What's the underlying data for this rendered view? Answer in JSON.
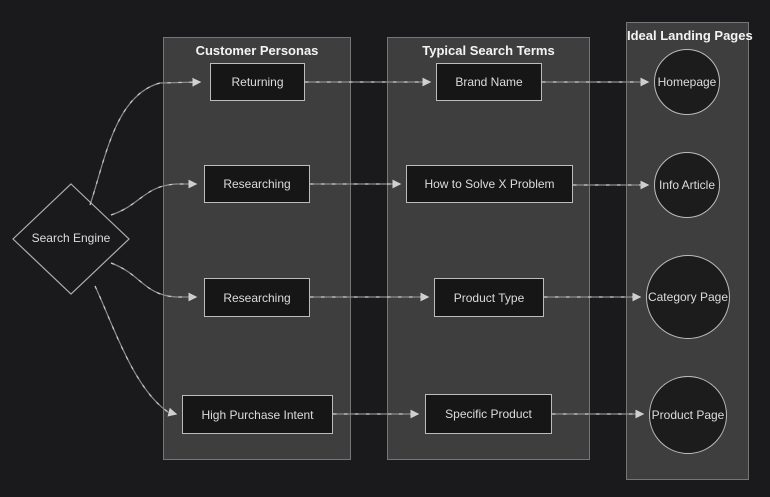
{
  "diagram": {
    "type": "flowchart",
    "source_node": {
      "label": "Search Engine",
      "shape": "diamond"
    },
    "columns": [
      {
        "id": "customer-personas",
        "title": "Customer Personas"
      },
      {
        "id": "typical-search-terms",
        "title": "Typical Search Terms"
      },
      {
        "id": "ideal-landing-pages",
        "title": "Ideal Landing Pages"
      }
    ],
    "rows": [
      {
        "persona": "Returning",
        "search_term": "Brand Name",
        "landing_page": "Homepage"
      },
      {
        "persona": "Researching",
        "search_term": "How to Solve X Problem",
        "landing_page": "Info Article"
      },
      {
        "persona": "Researching",
        "search_term": "Product Type",
        "landing_page": "Category Page"
      },
      {
        "persona": "High Purchase Intent",
        "search_term": "Specific Product",
        "landing_page": "Product Page"
      }
    ],
    "edges": [
      {
        "from": "Search Engine",
        "to": "Returning"
      },
      {
        "from": "Search Engine",
        "to": "Researching (row 2)"
      },
      {
        "from": "Search Engine",
        "to": "Researching (row 3)"
      },
      {
        "from": "Search Engine",
        "to": "High Purchase Intent"
      },
      {
        "from": "Returning",
        "to": "Brand Name"
      },
      {
        "from": "Researching (row 2)",
        "to": "How to Solve X Problem"
      },
      {
        "from": "Researching (row 3)",
        "to": "Product Type"
      },
      {
        "from": "High Purchase Intent",
        "to": "Specific Product"
      },
      {
        "from": "Brand Name",
        "to": "Homepage"
      },
      {
        "from": "How to Solve X Problem",
        "to": "Info Article"
      },
      {
        "from": "Product Type",
        "to": "Category Page"
      },
      {
        "from": "Specific Product",
        "to": "Product Page"
      }
    ],
    "colors": {
      "background": "#1a1a1c",
      "panel_fill": "#3e3e3e",
      "panel_border": "#767678",
      "node_fill": "#161616",
      "node_border": "#bcbcbc",
      "text": "#dcdcdc",
      "title_text": "#f4f4f4",
      "edge": "#8c8c8c",
      "arrowhead": "#d0d0d0"
    }
  }
}
